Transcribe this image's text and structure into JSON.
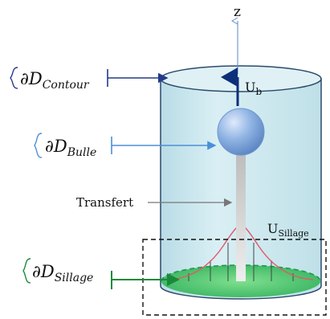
{
  "axis": {
    "z_label": "z"
  },
  "velocity_bubble": {
    "symbol": "U",
    "subscript": "b"
  },
  "velocity_wake": {
    "symbol": "U",
    "subscript": "Sillage"
  },
  "labels": {
    "contour": {
      "prefix": "∂D",
      "subscript": "Contour"
    },
    "bulle": {
      "prefix": "∂D",
      "subscript": "Bulle"
    },
    "transfert": "Transfert",
    "sillage": {
      "prefix": "∂D",
      "subscript": "Sillage"
    }
  },
  "colors": {
    "cylinder_fill": "#cfe8ef",
    "cylinder_stroke": "#2c4a6b",
    "contour_arrow": "#243a8a",
    "bulle_arrow": "#4a90d9",
    "bubble": "#7da9de",
    "transfert_arrow": "#777777",
    "sillage_arrow": "#1a8a3a",
    "sillage_fill": "#3fbf6a",
    "profile_curve": "#e05a6a",
    "axis_arrow": "#5a88c8",
    "ub_arrow": "#0d2f7a"
  }
}
